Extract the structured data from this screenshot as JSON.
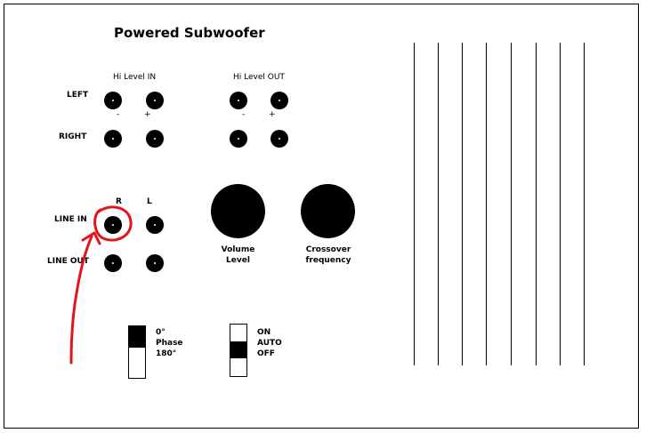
{
  "title": "Powered Subwoofer",
  "hi_level_in": "Hi Level IN",
  "hi_level_out": "Hi Level OUT",
  "left": "LEFT",
  "right": "RIGHT",
  "minus": "-",
  "plus": "+",
  "r": "R",
  "l": "L",
  "line_in": "LINE IN",
  "line_out": "LINE OUT",
  "volume": "Volume",
  "level": "Level",
  "crossover": "Crossover",
  "frequency": "frequency",
  "phase_0": "0°",
  "phase": "Phase",
  "phase_180": "180°",
  "on": "ON",
  "auto": "AUTO",
  "off": "OFF",
  "colors": {
    "annotation": "#e0161c",
    "ink": "#000000",
    "background": "#ffffff"
  }
}
